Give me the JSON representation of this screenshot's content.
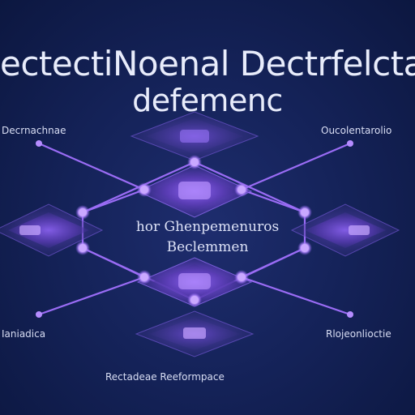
{
  "title": {
    "line1": "ectectiNoenal Dectrfelctar",
    "line2": "defemenc"
  },
  "labels": {
    "top_left": "Decrnachnae",
    "top_right": "Oucolentarolio",
    "bottom_left": "Ianiadica",
    "bottom_right": "Rlojeonlioctie",
    "bottom_center": "Rectadeae Reeformpace"
  },
  "center": {
    "line1": "hor Ghenpemenuros",
    "line2": "Beclemmen"
  },
  "colors": {
    "background": "#15235a",
    "accent": "#8a5cf0",
    "node": "#b58cff",
    "hex_fill": "#5b3fb8"
  }
}
